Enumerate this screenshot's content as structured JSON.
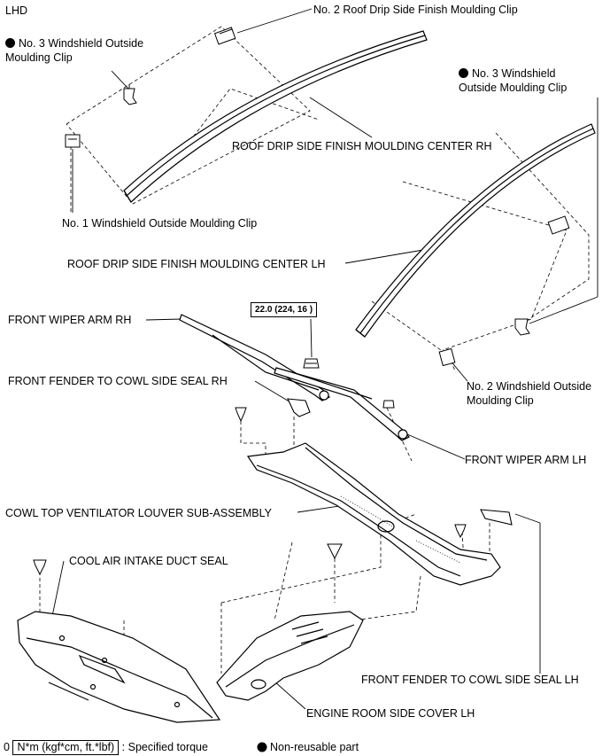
{
  "header": {
    "drive_type": "LHD"
  },
  "labels": {
    "roof_clip_2": "No. 2 Roof Drip Side Finish Moulding Clip",
    "ws_clip_3_left": [
      "No. 3 Windshield Outside",
      "Moulding Clip"
    ],
    "ws_clip_3_right": [
      "No. 3 Windshield",
      "Outside Moulding Clip"
    ],
    "roof_center_rh": "ROOF DRIP SIDE FINISH MOULDING CENTER RH",
    "ws_clip_1": "No. 1 Windshield Outside Moulding Clip",
    "roof_center_lh": "ROOF DRIP SIDE FINISH MOULDING CENTER LH",
    "front_wiper_arm_rh": "FRONT WIPER ARM RH",
    "fender_seal_rh": "FRONT FENDER TO COWL SIDE SEAL RH",
    "ws_clip_2": [
      "No. 2 Windshield Outside",
      "Moulding Clip"
    ],
    "front_wiper_arm_lh": "FRONT WIPER ARM LH",
    "cowl_louver": "COWL TOP VENTILATOR LOUVER SUB-ASSEMBLY",
    "cool_air_seal": "COOL AIR INTAKE DUCT SEAL",
    "fender_seal_lh": "FRONT FENDER TO COWL SIDE SEAL LH",
    "engine_cover_lh": "ENGINE ROOM SIDE COVER LH"
  },
  "torque_spec": "22.0 (224, 16 )",
  "legend": {
    "marker": "0",
    "unit_box": "N*m (kgf*cm, ft.*lbf)",
    "unit_desc": ": Specified torque",
    "non_reusable": "Non-reusable part"
  },
  "colors": {
    "ink": "#000000",
    "hatch": "#555555",
    "fill": "#ffffff"
  },
  "icons": {
    "non_reusable_marker": "filled-circle-icon"
  }
}
